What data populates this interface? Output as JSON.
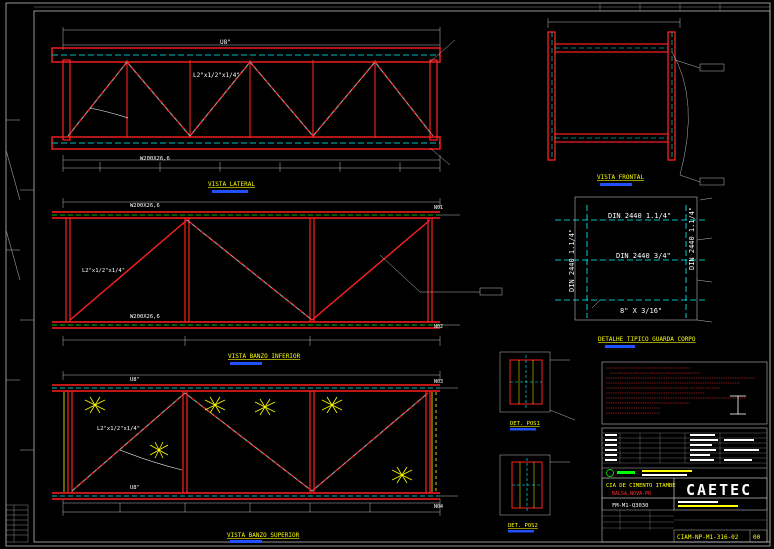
{
  "colors": {
    "background": "#000000",
    "member": "#ff2020",
    "centerline": "#00ffff",
    "dimension": "#cccccc",
    "label": "#ffff00",
    "caption": "#ffff00",
    "sublabel": "#2050ff",
    "bracing_marker": "#ffff00",
    "green_line": "#00ff00"
  },
  "icons": {
    "bracing_marker": "x-cross-hatch-icon",
    "logo": "caetec-logo"
  },
  "views": {
    "lateral": {
      "caption": "VISTA LATERAL",
      "top_member": "U8\"",
      "diagonal": "L2\"x1/2\"x1/4\"",
      "bottom_member": "W200X26,6"
    },
    "frontal": {
      "caption": "VISTA FRONTAL"
    },
    "banzo_inferior": {
      "caption": "VISTA BANZO INFERIOR",
      "top_member": "W200X26,6",
      "diagonal": "L2\"x1/2\"x1/4\"",
      "bottom_member": "W200X26,6",
      "node_top": "N01",
      "node_bottom": "N02"
    },
    "guarda_corpo": {
      "caption": "DETALHE TIPICO GUARDA CORPO",
      "top": "DIN 2440 1.1/4\"",
      "middle": "DIN 2440 3/4\"",
      "left": "DIN 2440 1.1/4\"",
      "right": "DIN 2440 1.1/4\"",
      "bottom": "8\" X 3/16\""
    },
    "banzo_superior": {
      "caption": "VISTA BANZO SUPERIOR",
      "top_member": "U8\"",
      "diagonal": "L2\"x1/2\"x1/4\"",
      "bottom_member": "U8\"",
      "node_top": "N03",
      "node_bottom": "N04"
    },
    "det_pos1": {
      "caption": "DET. POS1"
    },
    "det_pos2": {
      "caption": "DET. POS2"
    }
  },
  "title_block": {
    "company_line1": "CIA DE CIMENTO ITAMBE",
    "company_line2": "BALSA NOVA-PR",
    "project_code": "FM-M1-Q3030",
    "logo_text": "CAETEC",
    "drawing_number": "CIAM-NP-M1-316-02",
    "revision": "00"
  }
}
